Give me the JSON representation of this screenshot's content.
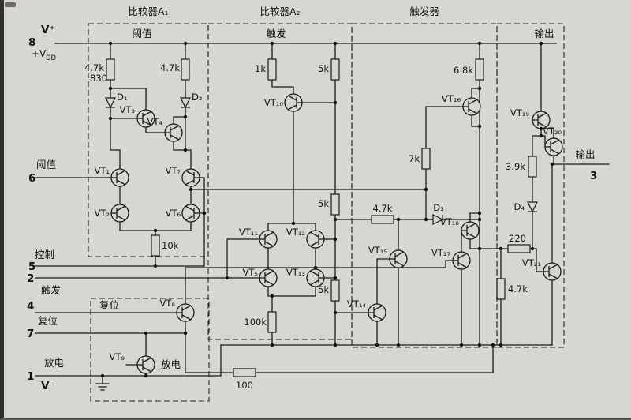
{
  "sections": {
    "a1": "比较器A₁",
    "a2": "比较器A₂",
    "ff": "触发器",
    "out": "输出",
    "a1_sub": "阈值",
    "a2_sub": "触发",
    "reset_box": "复位"
  },
  "pins": {
    "vplus": "V⁺",
    "n8": "8",
    "vdd_prefix": "+V",
    "vdd_sub": "DD",
    "threshold": "阈值",
    "n6": "6",
    "control": "控制",
    "n5": "5",
    "n2": "2",
    "trigger": "触发",
    "n4": "4",
    "reset": "复位",
    "n7": "7",
    "discharge": "放电",
    "n1": "1",
    "vminus": "V⁻",
    "output": "输出",
    "n3": "3",
    "discharge_inner": "放电"
  },
  "resistors": {
    "r1": "4.7k",
    "r1b": "830",
    "r2": "4.7k",
    "r3": "10k",
    "r4": "1k",
    "r5": "5k",
    "r6": "5k",
    "r7": "5k",
    "r8": "100k",
    "r9": "4.7k",
    "r10": "7k",
    "r11": "6.8k",
    "r12": "3.9k",
    "r13": "220",
    "r14": "4.7k",
    "r15": "100"
  },
  "transistors": {
    "vt1": "VT₁",
    "vt2": "VT₂",
    "vt3": "VT₃",
    "vt4": "VT₄",
    "vt5": "VT₅",
    "vt6": "VT₆",
    "vt7": "VT₇",
    "vt8": "VT₈",
    "vt9": "VT₉",
    "vt10": "VT₁₀",
    "vt11": "VT₁₁",
    "vt12": "VT₁₂",
    "vt13": "VT₁₃",
    "vt14": "VT₁₄",
    "vt15": "VT₁₅",
    "vt16": "VT₁₆",
    "vt17": "VT₁₇",
    "vt18": "VT₁₈",
    "vt19": "VT₁₉",
    "vt20": "VT₂₀",
    "vt21": "VT₂₁"
  },
  "diodes": {
    "d1": "D₁",
    "d2": "D₂",
    "d3": "D₃",
    "d4": "D₄"
  },
  "colors": {
    "background": "#d7d6d2",
    "ink": "#1b1b1b"
  }
}
